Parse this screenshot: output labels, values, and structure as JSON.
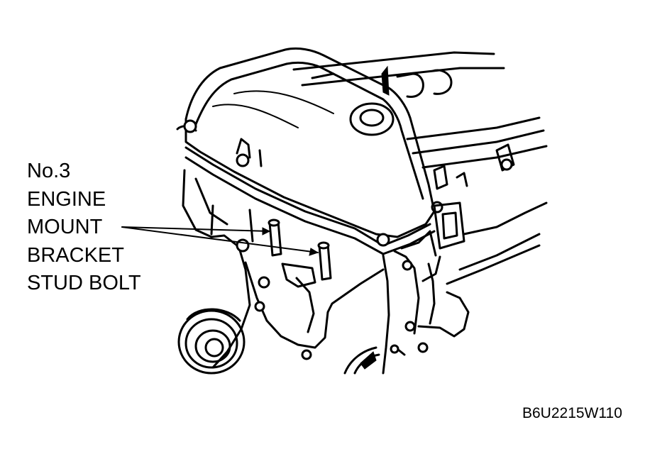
{
  "callout": {
    "lines": [
      "No.3",
      "ENGINE",
      "MOUNT",
      "BRACKET",
      "STUD BOLT"
    ]
  },
  "figure_code": "B6U2215W110",
  "colors": {
    "ink": "#000000",
    "paper": "#ffffff"
  }
}
